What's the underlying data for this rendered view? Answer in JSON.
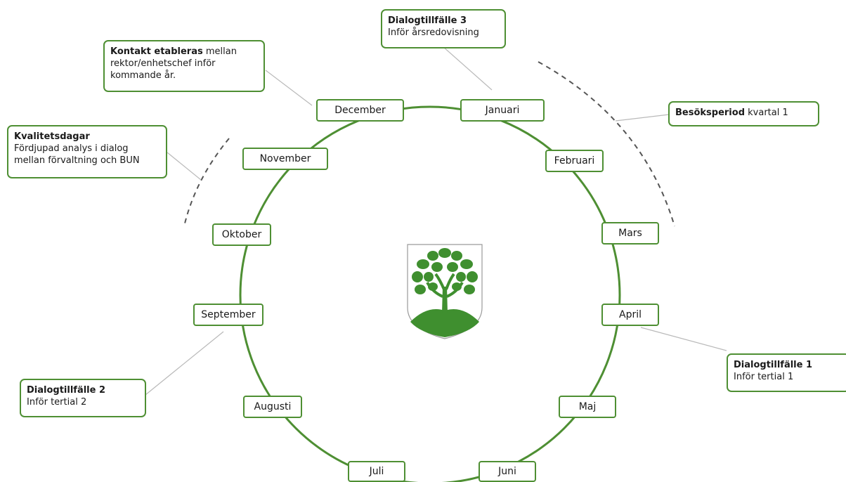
{
  "wheel": {
    "months": [
      "Januari",
      "Februari",
      "Mars",
      "April",
      "Maj",
      "Juni",
      "Juli",
      "Augusti",
      "September",
      "Oktober",
      "November",
      "December"
    ]
  },
  "callouts": {
    "dialog3": {
      "title": "Dialogtillfälle 3",
      "text": "Inför årsredovisning"
    },
    "kontakt": {
      "title": "Kontakt etableras",
      "text1": " mellan",
      "text2": "rektor/enhetschef inför",
      "text3": "kommande år."
    },
    "besok": {
      "title": "Besöksperiod",
      "text": " kvartal 1"
    },
    "kvalitet": {
      "title": "Kvalitetsdagar",
      "text1": "Fördjupad analys i dialog",
      "text2": "mellan förvaltning och BUN"
    },
    "dialog1": {
      "title": "Dialogtillfälle 1",
      "text": "Inför tertial 1"
    },
    "dialog2": {
      "title": "Dialogtillfälle 2",
      "text": "Inför tertial 2"
    }
  },
  "colors": {
    "accent": "#4e8f33",
    "connector": "#b9b9b9",
    "dashed": "#555555"
  },
  "emblem": {
    "icon": "tree-emblem-icon"
  }
}
